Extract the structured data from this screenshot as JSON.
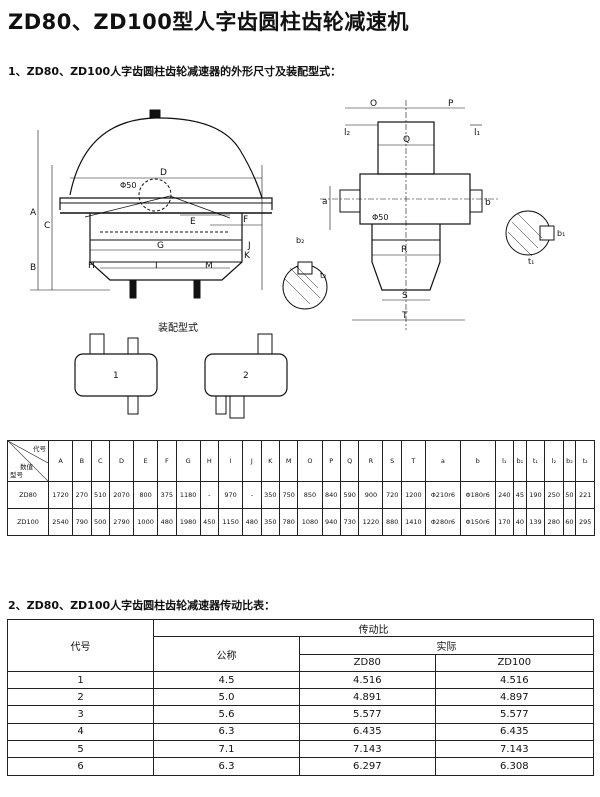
{
  "title": "ZD80、ZD100型人字齿圆柱齿轮减速机",
  "section1": "1、ZD80、ZD100人字齿圆柱齿轮减速器的外形尺寸及装配型式：",
  "section2": "2、ZD80、ZD100人字齿圆柱齿轮减速器传动比表：",
  "drawing": {
    "front_labels": {
      "A": "A",
      "B": "B",
      "C": "C",
      "D": "D",
      "E": "E",
      "F": "F",
      "G": "G",
      "H": "H",
      "I": "I",
      "J": "J",
      "K": "K",
      "M": "M",
      "phi50": "Φ50"
    },
    "side_labels": {
      "O": "O",
      "P": "P",
      "Q": "Q",
      "l2": "l₂",
      "l1": "l₁",
      "a": "a",
      "b": "b",
      "phi50": "Φ50",
      "R": "R",
      "S": "S",
      "T": "T"
    },
    "key_labels": {
      "b2": "b₂",
      "t2": "t₂",
      "b1": "b₁",
      "t1": "t₁"
    },
    "assembly_title": "装配型式",
    "assembly_1": "1",
    "assembly_2": "2"
  },
  "dim_table": {
    "corner": {
      "code": "代号",
      "value": "数值",
      "model": "型号"
    },
    "headers": [
      "A",
      "B",
      "C",
      "D",
      "E",
      "F",
      "G",
      "H",
      "I",
      "J",
      "K",
      "M",
      "O",
      "P",
      "Q",
      "R",
      "S",
      "T",
      "a",
      "b",
      "l₁",
      "b₁",
      "t₁",
      "l₂",
      "b₂",
      "t₂"
    ],
    "rows": [
      {
        "model": "ZD80",
        "values": [
          "1720",
          "270",
          "510",
          "2070",
          "800",
          "375",
          "1180",
          "-",
          "970",
          "-",
          "350",
          "750",
          "850",
          "840",
          "590",
          "900",
          "720",
          "1200",
          "Φ210r6",
          "Φ180r6",
          "240",
          "45",
          "190",
          "250",
          "50",
          "221"
        ]
      },
      {
        "model": "ZD100",
        "values": [
          "2540",
          "790",
          "500",
          "2790",
          "1000",
          "480",
          "1980",
          "450",
          "1150",
          "480",
          "350",
          "780",
          "1080",
          "940",
          "730",
          "1220",
          "880",
          "1410",
          "Φ280r6",
          "Φ150r6",
          "170",
          "40",
          "139",
          "280",
          "60",
          "295"
        ]
      }
    ]
  },
  "ratio_table": {
    "code_header": "代号",
    "ratio_header": "传动比",
    "nominal_header": "公称",
    "actual_header": "实际",
    "models": [
      "ZD80",
      "ZD100"
    ],
    "rows": [
      {
        "code": "1",
        "nominal": "4.5",
        "zd80": "4.516",
        "zd100": "4.516"
      },
      {
        "code": "2",
        "nominal": "5.0",
        "zd80": "4.891",
        "zd100": "4.897"
      },
      {
        "code": "3",
        "nominal": "5.6",
        "zd80": "5.577",
        "zd100": "5.577"
      },
      {
        "code": "4",
        "nominal": "6.3",
        "zd80": "6.435",
        "zd100": "6.435"
      },
      {
        "code": "5",
        "nominal": "7.1",
        "zd80": "7.143",
        "zd100": "7.143"
      },
      {
        "code": "6",
        "nominal": "6.3",
        "zd80": "6.297",
        "zd100": "6.308"
      }
    ]
  }
}
